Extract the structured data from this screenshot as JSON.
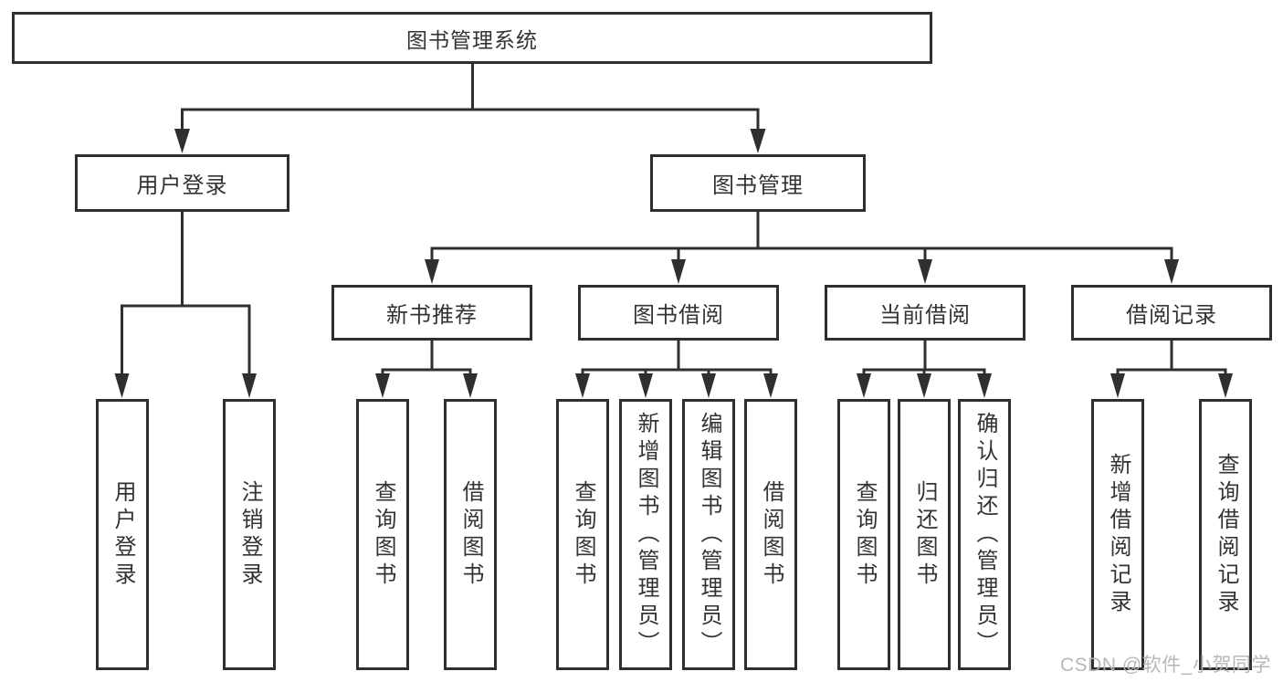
{
  "title": "图书管理系统",
  "watermark": "CSDN @软件_小贺同学",
  "colors": {
    "line": "#2f2f2f",
    "box_border": "#2f2f2f",
    "box_fill": "#ffffff",
    "text": "#333333",
    "watermark": "#b2b5ba"
  },
  "nodes": {
    "root": {
      "label": "图书管理系统",
      "children": [
        {
          "label": "用户登录",
          "children": [
            {
              "label": "用户登录"
            },
            {
              "label": "注销登录"
            }
          ]
        },
        {
          "label": "图书管理",
          "children": [
            {
              "label": "新书推荐",
              "children": [
                {
                  "label": "查询图书"
                },
                {
                  "label": "借阅图书"
                }
              ]
            },
            {
              "label": "图书借阅",
              "children": [
                {
                  "label": "查询图书"
                },
                {
                  "label": "新增图书（管理员）"
                },
                {
                  "label": "编辑图书（管理员）"
                },
                {
                  "label": "借阅图书"
                }
              ]
            },
            {
              "label": "当前借阅",
              "children": [
                {
                  "label": "查询图书"
                },
                {
                  "label": "归还图书"
                },
                {
                  "label": "确认归还（管理员）"
                }
              ]
            },
            {
              "label": "借阅记录",
              "children": [
                {
                  "label": "新增借阅记录"
                },
                {
                  "label": "查询借阅记录"
                }
              ]
            }
          ]
        }
      ]
    }
  }
}
